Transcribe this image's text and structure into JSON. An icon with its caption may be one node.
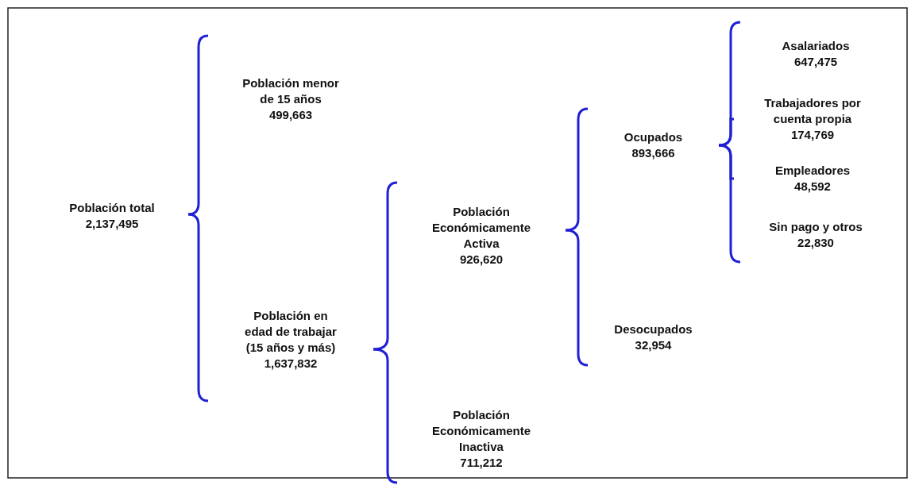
{
  "diagram": {
    "nodes": [
      {
        "text": [
          "Población total",
          "2,137,495"
        ]
      },
      {
        "text": [
          "Población menor de 15 años",
          "499,663"
        ]
      },
      {
        "text": [
          "Población en edad de trabajar (15 años y más)",
          "1,637,832"
        ]
      },
      {
        "text": [
          "Población Económicamente Activa",
          "926,620"
        ]
      },
      {
        "text": [
          "Población Económicamente Inactiva",
          "711,212"
        ]
      },
      {
        "text": [
          "Ocupados",
          "893,666"
        ]
      },
      {
        "text": [
          "Desocupados",
          "32,954"
        ]
      },
      {
        "text": [
          "Asalariados",
          "647,475"
        ]
      },
      {
        "text": [
          "Trabajadores por cuenta propia",
          "174,769"
        ]
      },
      {
        "text": [
          "Empleadores",
          "48,592"
        ]
      },
      {
        "text": [
          "Sin pago y otros",
          "22,830"
        ]
      }
    ],
    "edges": [
      {
        "from": 0,
        "to": 1,
        "arrow": "none"
      },
      {
        "from": 0,
        "to": 2,
        "arrow": "none"
      },
      {
        "from": 2,
        "to": 3,
        "arrow": "none"
      },
      {
        "from": 2,
        "to": 4,
        "arrow": "none"
      },
      {
        "from": 3,
        "to": 5,
        "arrow": "none"
      },
      {
        "from": 3,
        "to": 6,
        "arrow": "none"
      },
      {
        "from": 5,
        "to": 7,
        "arrow": "none"
      },
      {
        "from": 5,
        "to": 8,
        "arrow": "none"
      },
      {
        "from": 5,
        "to": 9,
        "arrow": "none"
      },
      {
        "from": 5,
        "to": 10,
        "arrow": "none"
      }
    ]
  }
}
